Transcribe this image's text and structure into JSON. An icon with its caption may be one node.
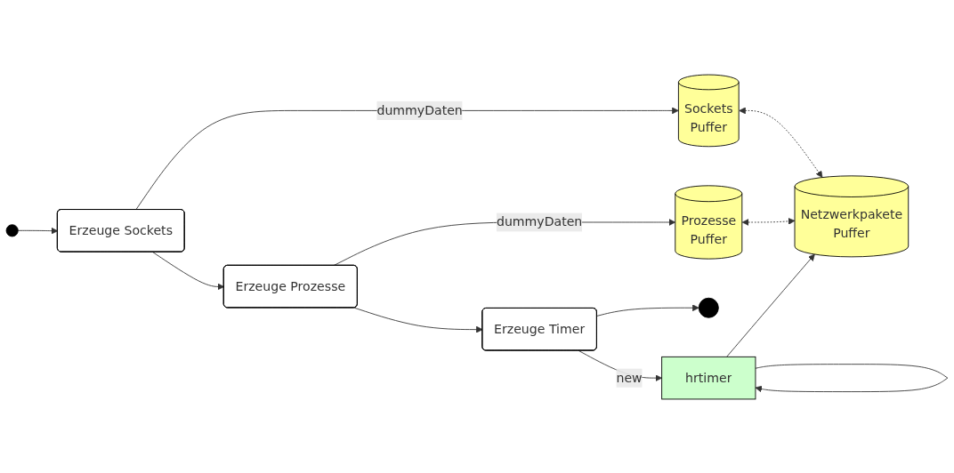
{
  "diagram": {
    "nodes": [
      {
        "text": [
          "Sockets",
          "Puffer"
        ]
      },
      {
        "text": [
          "Prozesse",
          "Puffer"
        ]
      },
      {
        "text": [],
        "shape": "circle"
      },
      {
        "text": [
          "Erzeuge Sockets"
        ]
      },
      {
        "text": [
          "Erzeuge Prozesse"
        ]
      },
      {
        "text": [
          "Erzeuge Timer"
        ]
      },
      {
        "text": [],
        "shape": "circle"
      },
      {
        "text": [
          "Netzwerkpakete",
          "Puffer"
        ]
      },
      {
        "text": [
          "hrtimer"
        ]
      }
    ],
    "edges": [
      {
        "from": 2,
        "to": 3,
        "arrow": "to"
      },
      {
        "from": 3,
        "to": 0,
        "arrow": "to",
        "label": "dummyDaten"
      },
      {
        "from": 3,
        "to": 4,
        "arrow": "to"
      },
      {
        "from": 4,
        "to": 1,
        "arrow": "to",
        "label": "dummyDaten"
      },
      {
        "from": 4,
        "to": 5,
        "arrow": "to"
      },
      {
        "from": 5,
        "to": 6,
        "arrow": "to"
      },
      {
        "from": 5,
        "to": 8,
        "arrow": "to",
        "label": "new"
      },
      {
        "from": 8,
        "to": 7,
        "arrow": "to"
      },
      {
        "from": 8,
        "to": 8,
        "arrow": "to"
      },
      {
        "from": 0,
        "to": 7,
        "arrow": "both",
        "style": "dashed"
      },
      {
        "from": 1,
        "to": 7,
        "arrow": "both",
        "style": "dashed"
      }
    ]
  }
}
